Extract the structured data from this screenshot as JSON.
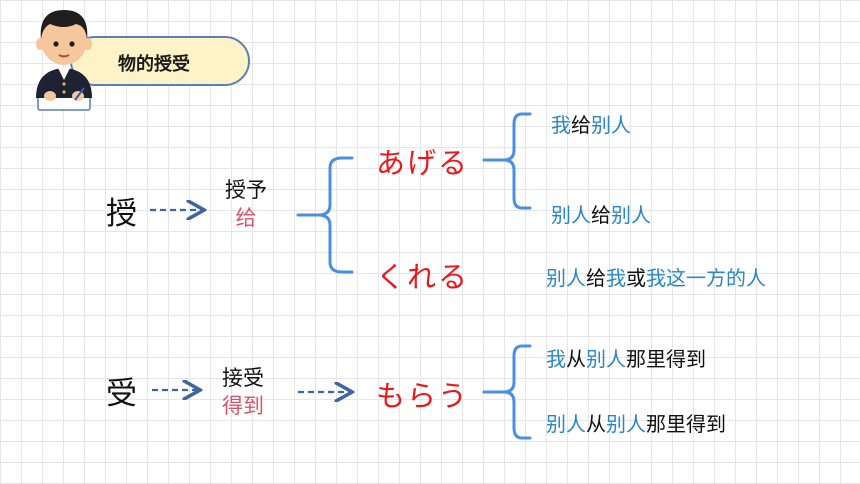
{
  "header": {
    "title": "物的授受"
  },
  "left": {
    "give_kanji": "授",
    "receive_kanji": "受"
  },
  "middle": {
    "give_main": "授予",
    "give_sub": "给",
    "receive_main": "接受",
    "receive_sub": "得到"
  },
  "verbs": {
    "ageru": "あげる",
    "kureru": "くれる",
    "morau": "もらう"
  },
  "meanings": {
    "ageru_1": [
      {
        "t": "我",
        "c": "blue"
      },
      {
        "t": "给",
        "c": "dark"
      },
      {
        "t": "别人",
        "c": "blue"
      }
    ],
    "ageru_2": [
      {
        "t": "别人",
        "c": "blue"
      },
      {
        "t": "给",
        "c": "dark"
      },
      {
        "t": "别人",
        "c": "blue"
      }
    ],
    "kureru_1": [
      {
        "t": "别人",
        "c": "blue"
      },
      {
        "t": "给",
        "c": "dark"
      },
      {
        "t": "我",
        "c": "blue"
      },
      {
        "t": "或",
        "c": "dark"
      },
      {
        "t": "我这一方的人",
        "c": "blue"
      }
    ],
    "morau_1": [
      {
        "t": "我",
        "c": "blue"
      },
      {
        "t": "从",
        "c": "dark"
      },
      {
        "t": "别人",
        "c": "blue"
      },
      {
        "t": "那里得到",
        "c": "dark"
      }
    ],
    "morau_2": [
      {
        "t": "别人",
        "c": "blue"
      },
      {
        "t": "从",
        "c": "dark"
      },
      {
        "t": "别人",
        "c": "blue"
      },
      {
        "t": "那里得到",
        "c": "dark"
      }
    ]
  },
  "colors": {
    "accent_blue": "#2a86c4",
    "verb_red": "#e8191d",
    "sub_pink": "#d9546a",
    "line_blue": "#4a90e2",
    "arrow_blue": "#3e64a4"
  }
}
